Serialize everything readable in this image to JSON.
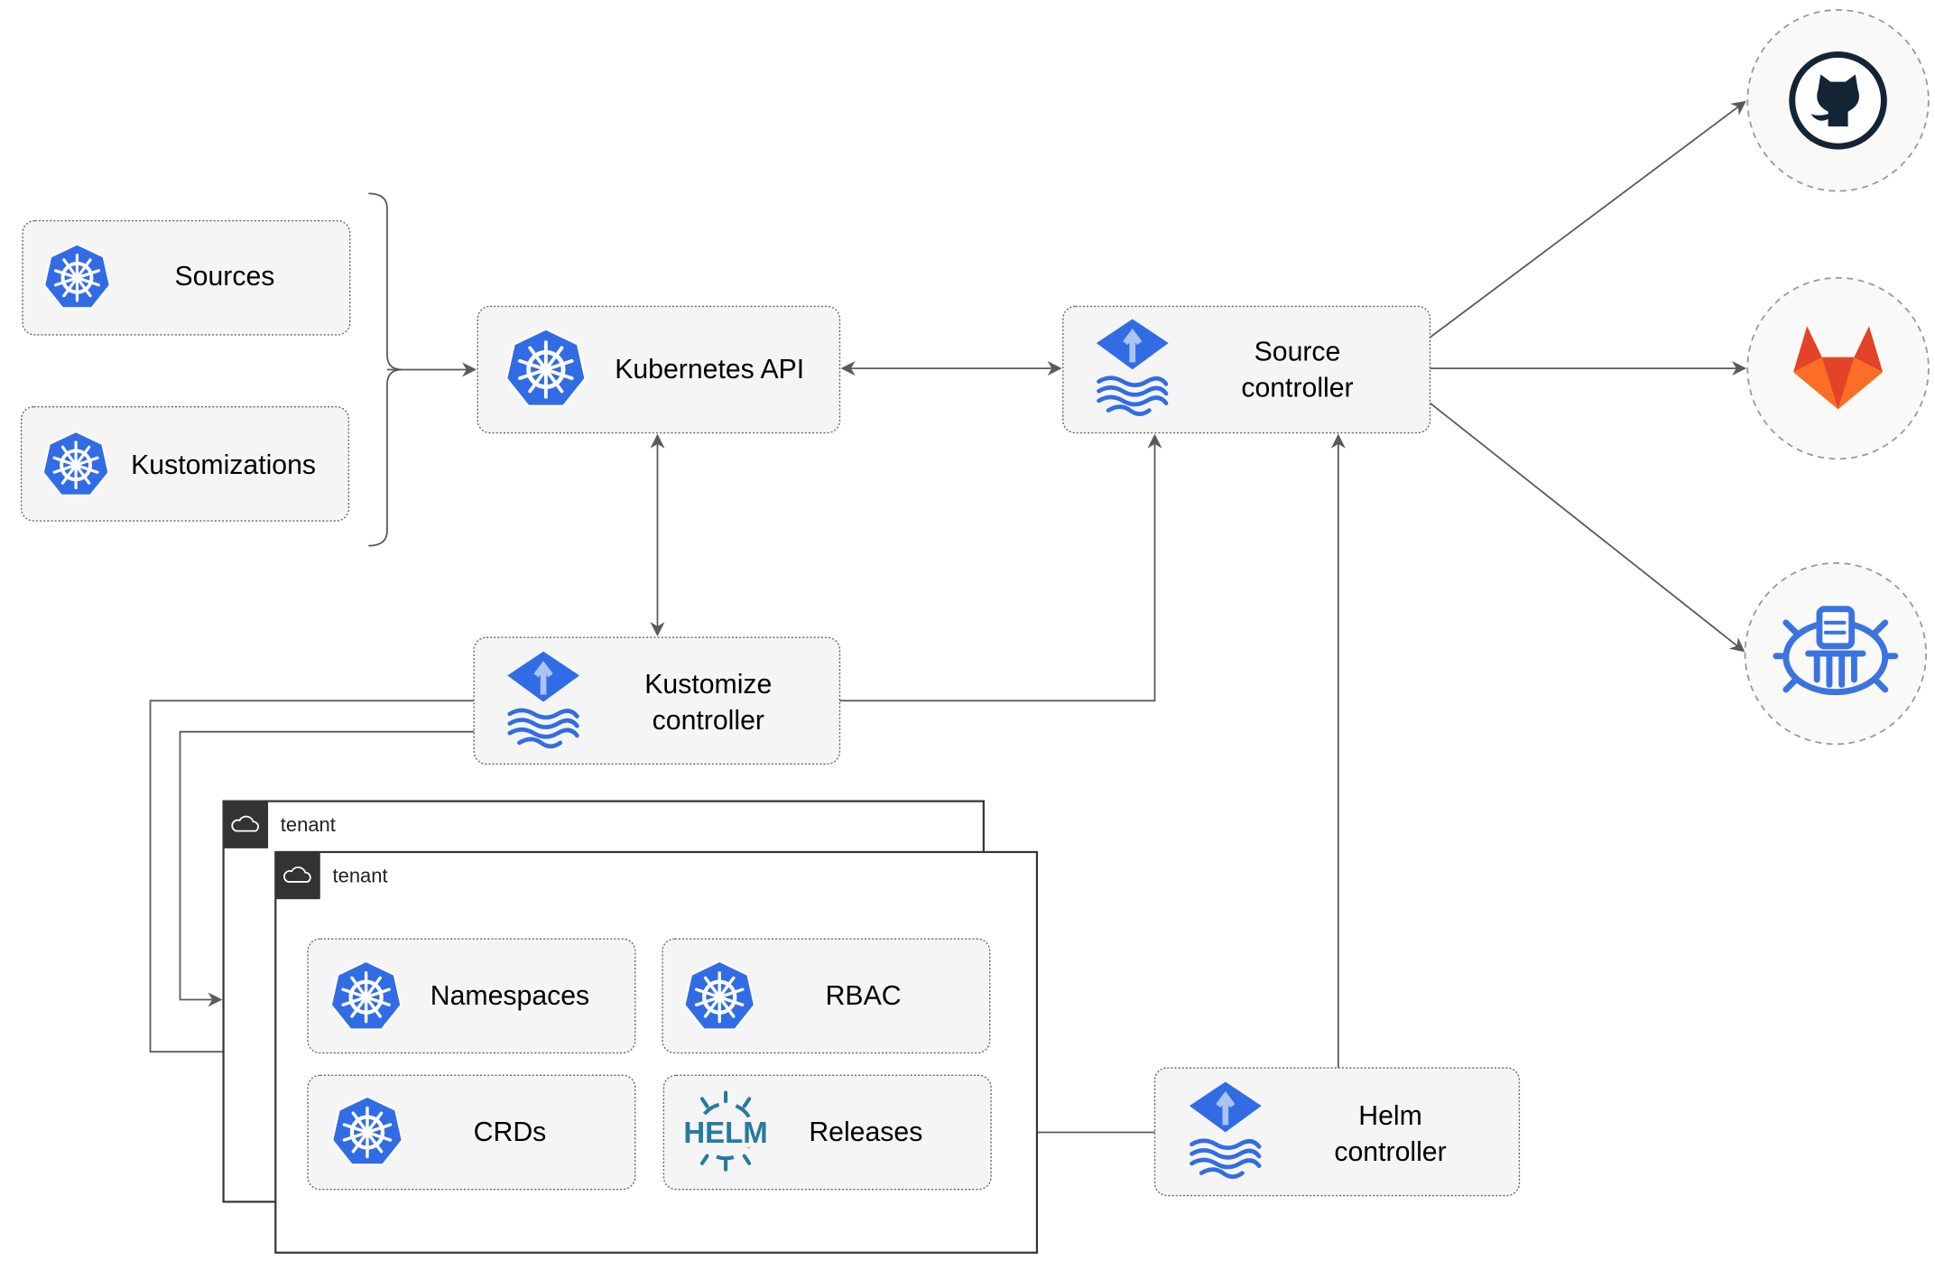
{
  "nodes": {
    "sources": "Sources",
    "kustomizations": "Kustomizations",
    "kubernetes_api": "Kubernetes API",
    "source_controller": [
      "Source",
      "controller"
    ],
    "kustomize_controller": [
      "Kustomize",
      "controller"
    ],
    "helm_controller": [
      "Helm",
      "controller"
    ],
    "namespaces": "Namespaces",
    "rbac": "RBAC",
    "crds": "CRDs",
    "releases": "Releases"
  },
  "tenants": [
    "tenant",
    "tenant"
  ],
  "external": [
    "github-icon",
    "gitlab-icon",
    "bucket-icon"
  ],
  "logos": {
    "helm": "HELM"
  },
  "colors": {
    "kubernetes_blue": "#326ce5",
    "helm_blue": "#277a9f",
    "gitlab_orange": "#e24329",
    "gitlab_yellow": "#fca326",
    "github_dark": "#132435",
    "edge": "#5a5a5a"
  }
}
